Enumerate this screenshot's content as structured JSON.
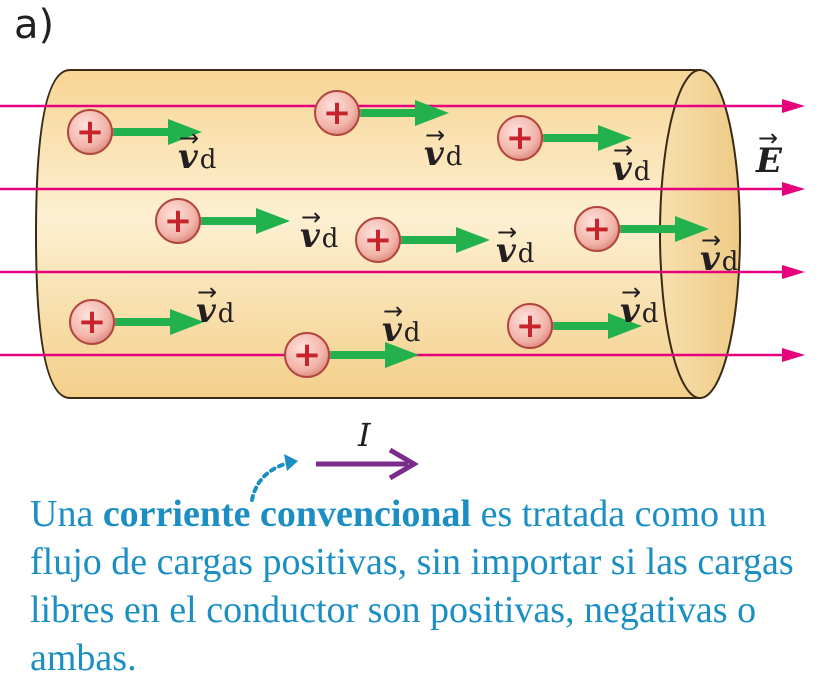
{
  "panel_label": "a)",
  "charge_symbol": "+",
  "drift_velocity": {
    "symbol": "v",
    "arrow": "→",
    "subscript": "d"
  },
  "field_label": {
    "symbol": "E",
    "arrow": "→"
  },
  "current_label": "I",
  "caption": {
    "part1": "Una ",
    "bold": "corriente convencional",
    "part2": " es tratada como un flujo de cargas positivas, sin importar si las cargas libres en el conductor son positivas, negativas o ambas."
  },
  "colors": {
    "cylinder_fill": "#fbe3b0",
    "cylinder_edge": "#3a2a14",
    "field_lines": "#e6007e",
    "charge_fill": "#f2b3a8",
    "charge_plus": "#c8222b",
    "drift_arrow": "#23b14d",
    "current_arrow": "#7b2d8e",
    "caption_text": "#1b8fc4",
    "callout_dots": "#1b8fc4"
  },
  "icons": {
    "charge": "positive-charge-icon",
    "drift_arrow": "green-arrow-icon",
    "field_line": "magenta-arrow-icon",
    "current_arrow": "purple-arrow-icon"
  }
}
